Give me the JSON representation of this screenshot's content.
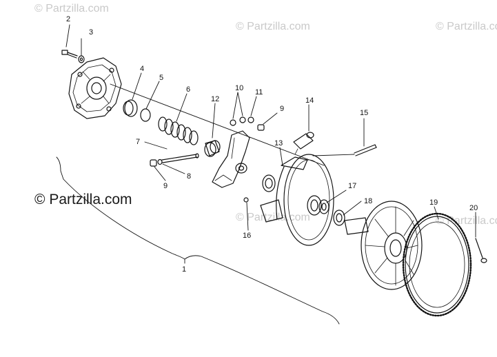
{
  "watermark": {
    "symbol": "©",
    "text": "Partzilla.com"
  },
  "callouts": {
    "n1": "1",
    "n2": "2",
    "n3": "3",
    "n4": "4",
    "n5": "5",
    "n6": "6",
    "n7": "7",
    "n8": "8",
    "n9a": "9",
    "n9b": "9",
    "n10": "10",
    "n11": "11",
    "n12": "12",
    "n13": "13",
    "n14": "14",
    "n15": "15",
    "n16": "16",
    "n17": "17",
    "n18": "18",
    "n19": "19",
    "n20": "20"
  },
  "colors": {
    "line": "#111111",
    "watermark_light": "#c9c9c9",
    "watermark_dark": "#1a1a1a"
  }
}
